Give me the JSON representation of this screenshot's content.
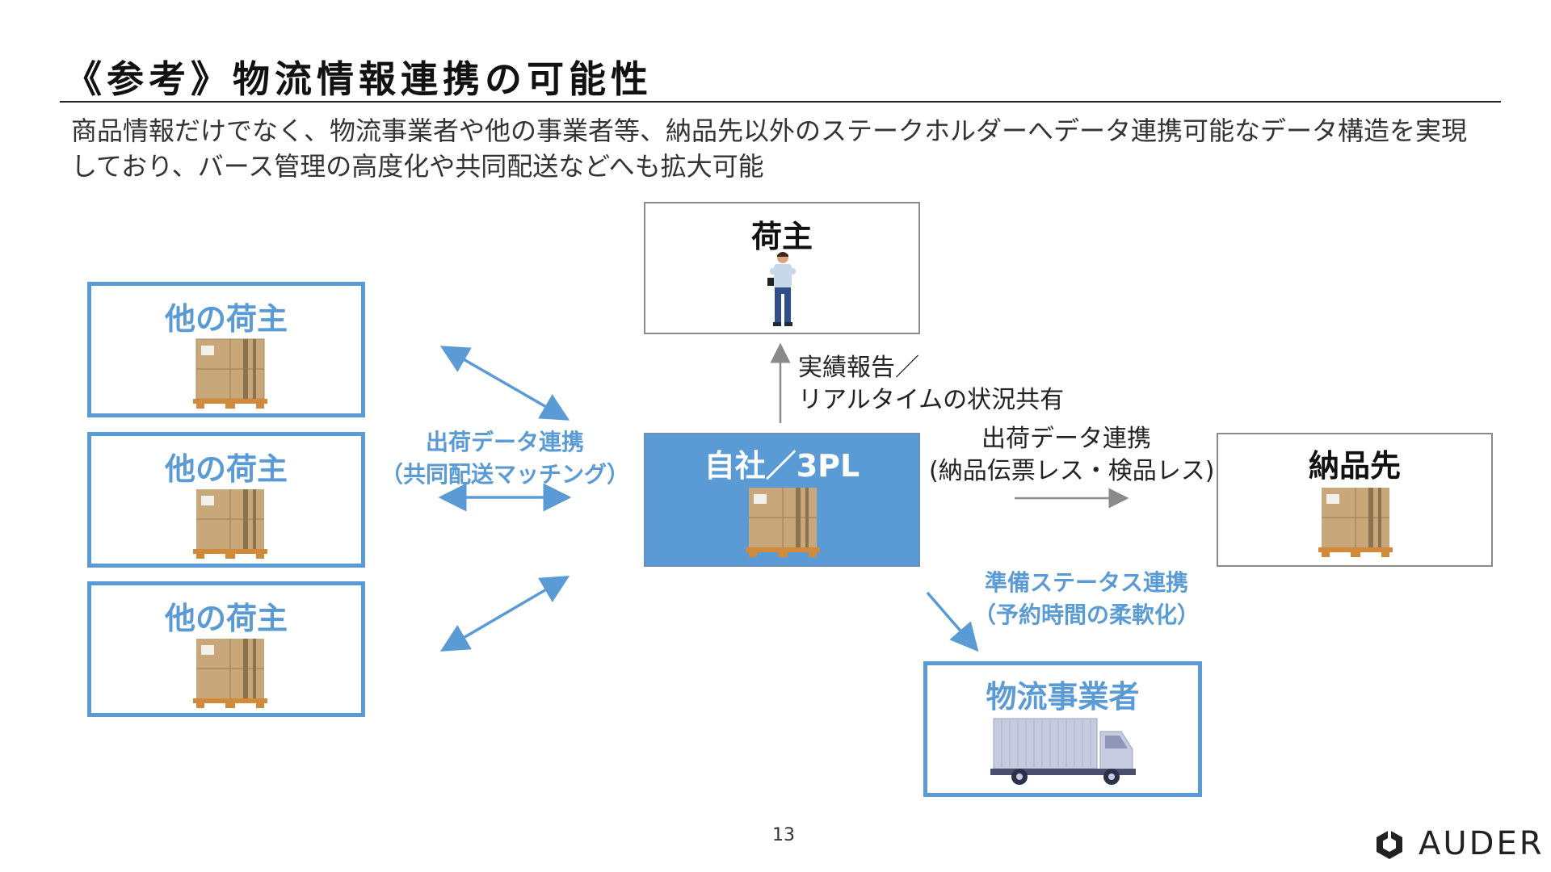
{
  "title": "《参考》物流情報連携の可能性",
  "subtitle": "商品情報だけでなく、物流事業者や他の事業者等、納品先以外のステークホルダーへデータ連携可能なデータ構造を実現しており、バース管理の高度化や共同配送などへも拡大可能",
  "other_shippers": [
    {
      "label": "他の荷主",
      "icon": "pallet-boxes-icon"
    },
    {
      "label": "他の荷主",
      "icon": "pallet-boxes-icon"
    },
    {
      "label": "他の荷主",
      "icon": "pallet-boxes-icon"
    }
  ],
  "shipper": {
    "label": "荷主",
    "icon": "person-icon"
  },
  "self": {
    "label": "自社／3PL",
    "icon": "pallet-boxes-icon"
  },
  "destination": {
    "label": "納品先",
    "icon": "pallet-boxes-icon"
  },
  "carrier": {
    "label": "物流事業者",
    "icon": "truck-icon"
  },
  "links": {
    "shared_shipping": {
      "line1": "出荷データ連携",
      "line2": "（共同配送マッチング）"
    },
    "report": {
      "line1": "実績報告／",
      "line2": "リアルタイムの状況共有"
    },
    "delivery": {
      "line1": "出荷データ連携",
      "line2": "(納品伝票レス・検品レス)"
    },
    "prep_status": {
      "line1": "準備ステータス連携",
      "line2": "（予約時間の柔軟化）"
    }
  },
  "page_number": "13",
  "logo": {
    "text": "AUDER",
    "icon": "auder-logo-icon"
  },
  "colors": {
    "accent": "#5b9bd5",
    "box_fill": "#5b9bd5",
    "text": "#222222",
    "cardboard": "#c8a77a",
    "pallet": "#d08a3a"
  }
}
